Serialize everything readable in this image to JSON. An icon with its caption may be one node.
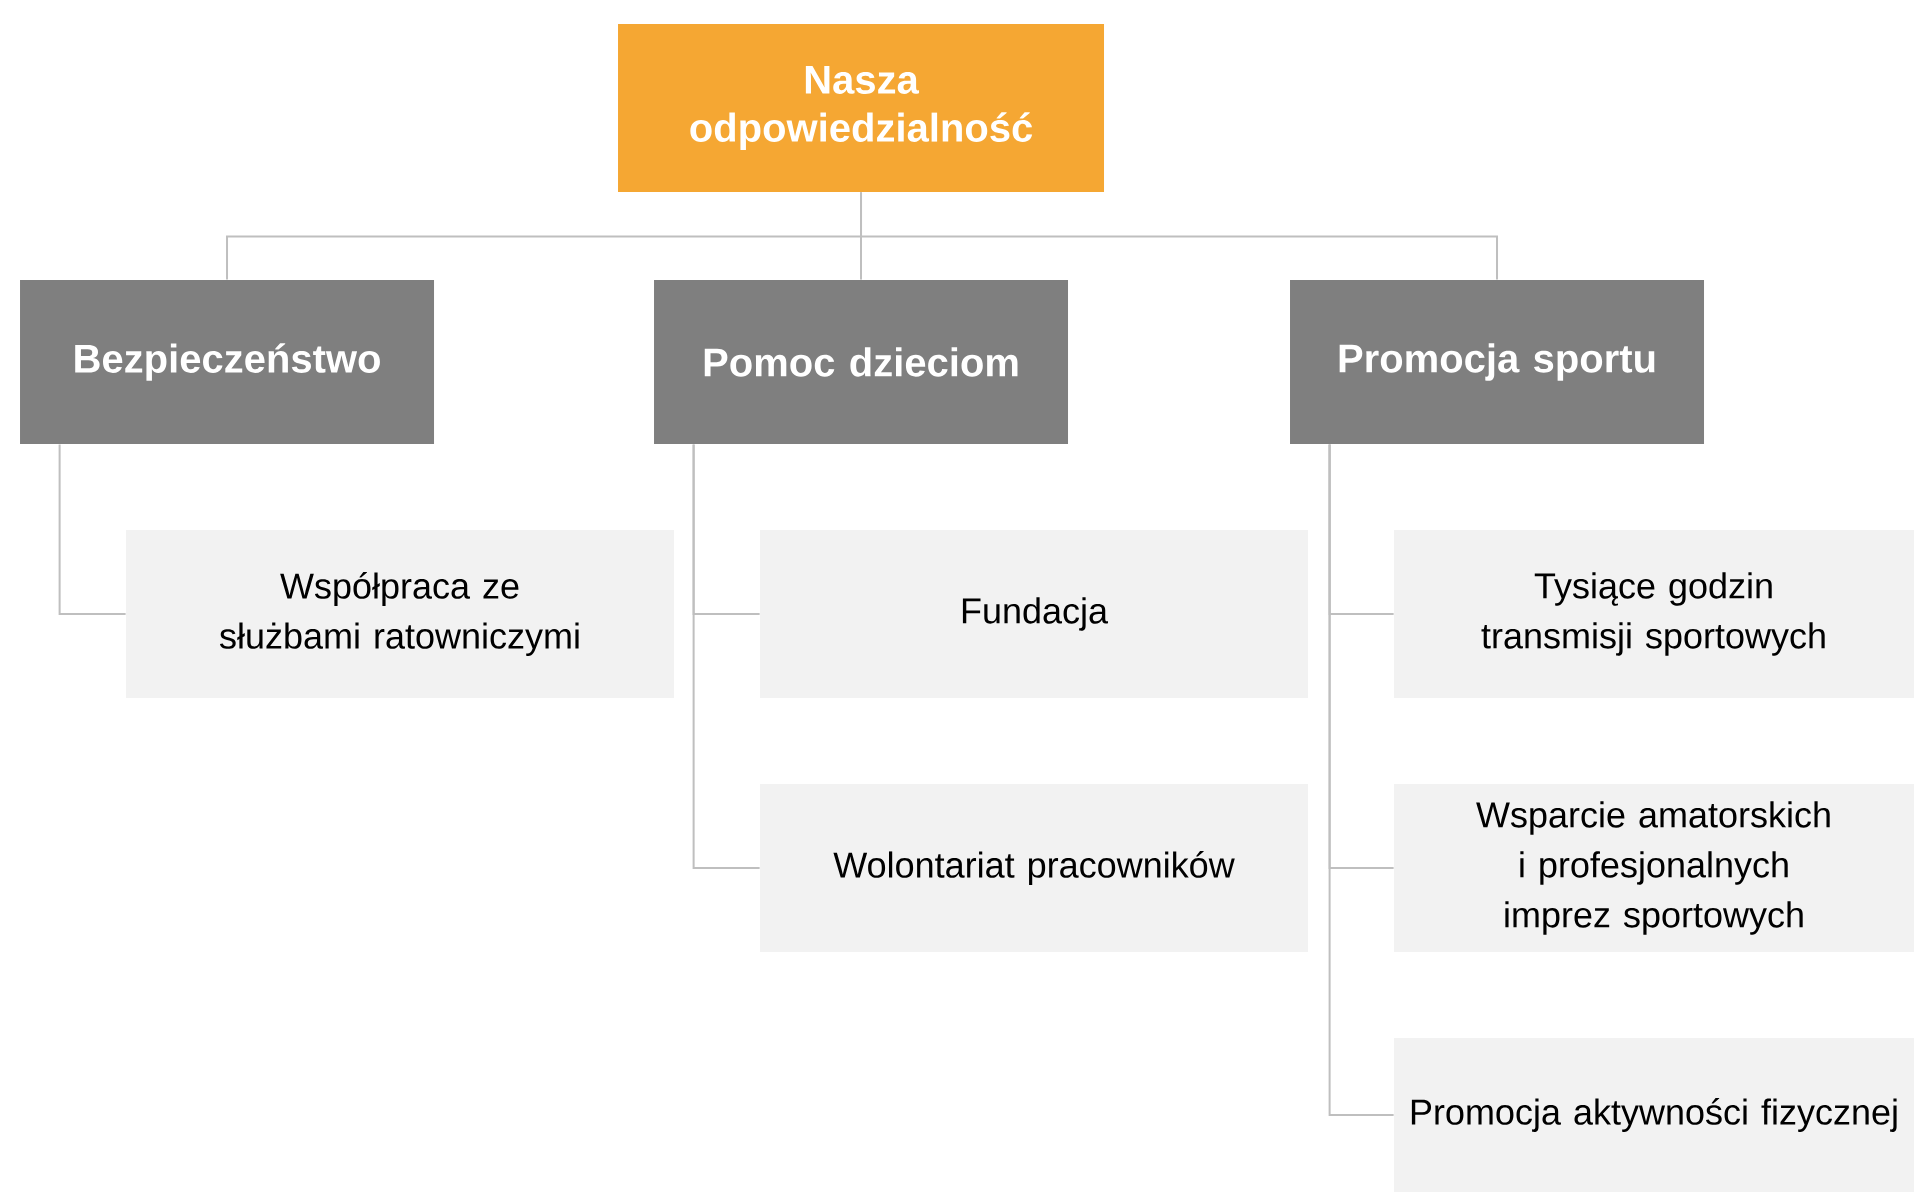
{
  "diagram": {
    "nodes": [
      {
        "text": [
          "Nasza odpowiedzialność"
        ]
      },
      {
        "text": [
          "Bezpieczeństwo"
        ]
      },
      {
        "text": [
          "Pomoc dzieciom"
        ]
      },
      {
        "text": [
          "Promocja sportu"
        ]
      },
      {
        "text": [
          "Współpraca ze służbami ratowniczymi"
        ]
      },
      {
        "text": [
          "Fundacja"
        ]
      },
      {
        "text": [
          "Wolontariat pracowników"
        ]
      },
      {
        "text": [
          "Tysiące godzin transmisji sportowych"
        ]
      },
      {
        "text": [
          "Wsparcie amatorskich i profesjonalnych imprez sportowych"
        ]
      },
      {
        "text": [
          "Promocja aktywności fizycznej"
        ]
      }
    ],
    "edges": [
      {
        "from": 0,
        "to": 1,
        "arrow": "none"
      },
      {
        "from": 0,
        "to": 2,
        "arrow": "none"
      },
      {
        "from": 0,
        "to": 3,
        "arrow": "none"
      },
      {
        "from": 1,
        "to": 4,
        "arrow": "none"
      },
      {
        "from": 2,
        "to": 5,
        "arrow": "none"
      },
      {
        "from": 2,
        "to": 6,
        "arrow": "none"
      },
      {
        "from": 3,
        "to": 7,
        "arrow": "none"
      },
      {
        "from": 3,
        "to": 8,
        "arrow": "none"
      },
      {
        "from": 3,
        "to": 9,
        "arrow": "none"
      }
    ]
  }
}
